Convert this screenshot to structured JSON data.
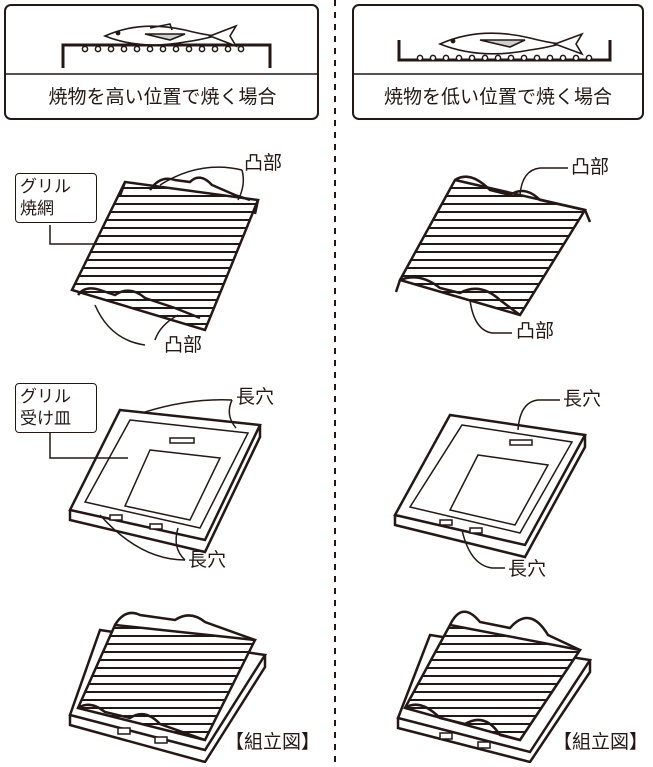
{
  "left_panel": {
    "caption": "焼物を高い位置で焼く場合",
    "grill_net_label": [
      "グリル",
      "焼網"
    ],
    "convex_label_top": "凸部",
    "convex_label_bottom": "凸部",
    "tray_label": [
      "グリル",
      "受け皿"
    ],
    "slot_label_top": "長穴",
    "slot_label_bottom": "長穴",
    "assembly_label": "【組立図】"
  },
  "right_panel": {
    "caption": "焼物を低い位置で焼く場合",
    "convex_label_top": "凸部",
    "convex_label_bottom": "凸部",
    "slot_label_top": "長穴",
    "slot_label_bottom": "長穴",
    "assembly_label": "【組立図】"
  },
  "colors": {
    "line": "#231815",
    "fill": "#ffffff",
    "fish": "#e6e6e6"
  }
}
